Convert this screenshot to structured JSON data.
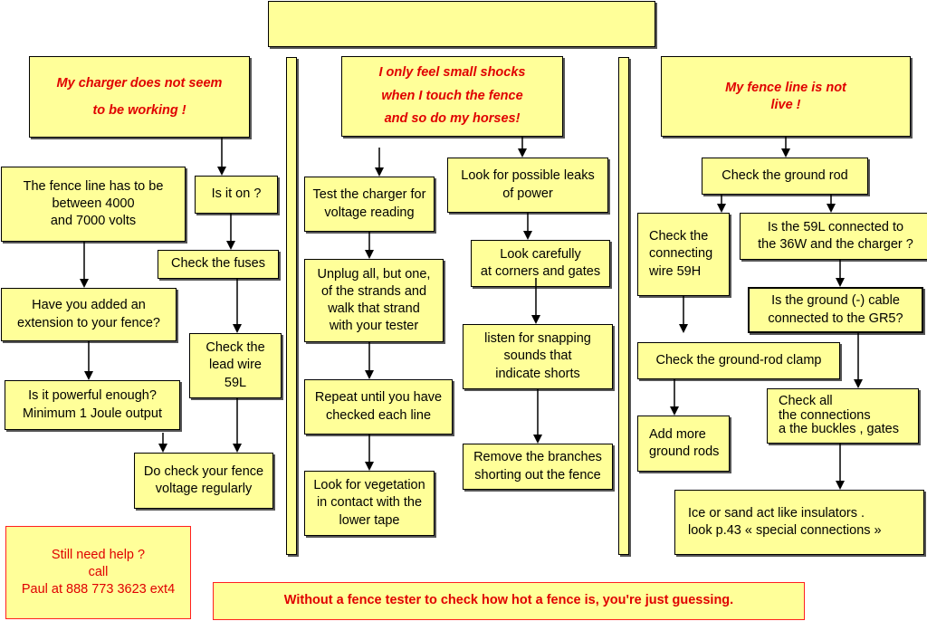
{
  "title_box": "",
  "col1": {
    "header": "My charger does not seem\nto be working  !",
    "fence_line": "The fence line  has to be\nbetween 4000\nand 7000 volts",
    "extension": "Have you added an\nextension to your fence?",
    "powerful": "Is it powerful enough?\nMinimum 1  Joule output",
    "is_it_on": "Is it on ?",
    "fuses": "Check the fuses",
    "lead_wire": "Check the\nlead wire\n59L",
    "check_voltage": "Do check your fence\nvoltage regularly"
  },
  "col2": {
    "header": "I only feel small shocks\nwhen  I touch the fence\nand so do my horses!",
    "test_charger": "Test the charger for\nvoltage reading",
    "unplug": "Unplug all, but one,\nof the strands and\nwalk  that strand\nwith your tester",
    "repeat": "Repeat until you have\nchecked each line",
    "vegetation": "Look for vegetation\nin contact with the\nlower tape",
    "leaks": "Look for possible leaks\nof power",
    "corners": "Look carefully\nat corners and gates",
    "snapping": "listen for snapping\nsounds that\nindicate shorts",
    "branches": "Remove the branches\nshorting out the fence"
  },
  "col3": {
    "header": "My fence  line is not\nlive !",
    "ground_rod": "Check  the ground rod",
    "connecting_wire": "Check the\nconnecting\nwire 59H",
    "connected_59l": "Is the 59L connected  to\nthe 36W and the charger ?",
    "ground_cable": "Is the  ground (-)  cable\nconnected  to the GR5?",
    "clamp": "Check the ground-rod clamp",
    "more_rods": "Add more\nground rods",
    "connections": "Check all\nthe connections\na the buckles , gates",
    "insulators": "Ice or sand act like insulators .\nlook p.43 « special connections »"
  },
  "help": "Still need  help ?\ncall\nPaul at 888 773 3623 ext4",
  "footer": "Without a fence  tester  to check  how hot a fence is, you're just guessing.",
  "colors": {
    "box_fill": "#ffff99",
    "header_text": "#e00000",
    "border": "#000000"
  }
}
